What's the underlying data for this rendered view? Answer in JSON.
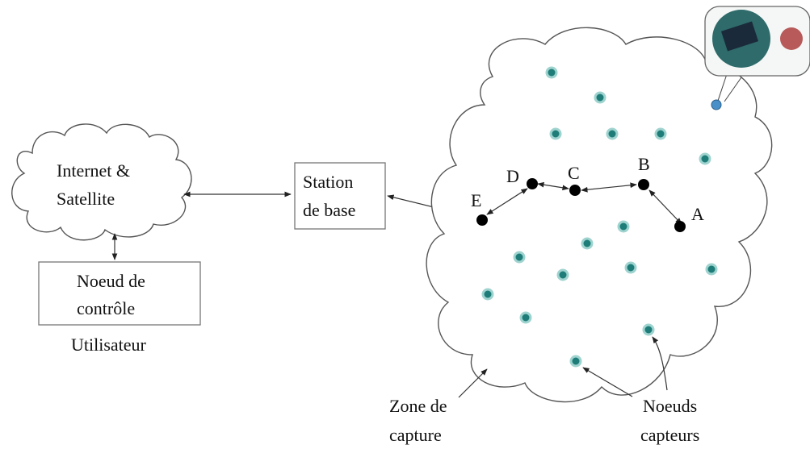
{
  "internet_cloud": {
    "line1": "Internet &",
    "line2": "Satellite"
  },
  "control_node": {
    "line1": "Noeud de",
    "line2": "contrôle",
    "caption": "Utilisateur"
  },
  "base_station": {
    "line1": "Station",
    "line2": "de base"
  },
  "route_nodes": {
    "A": "A",
    "B": "B",
    "C": "C",
    "D": "D",
    "E": "E"
  },
  "zone_label": {
    "line1": "Zone de",
    "line2": "capture"
  },
  "sensors_label": {
    "line1": "Noeuds",
    "line2": "capteurs"
  },
  "colors": {
    "sensor_node": "#1e7d78",
    "route_node": "#000000",
    "highlight_node": "#4a90c8"
  }
}
